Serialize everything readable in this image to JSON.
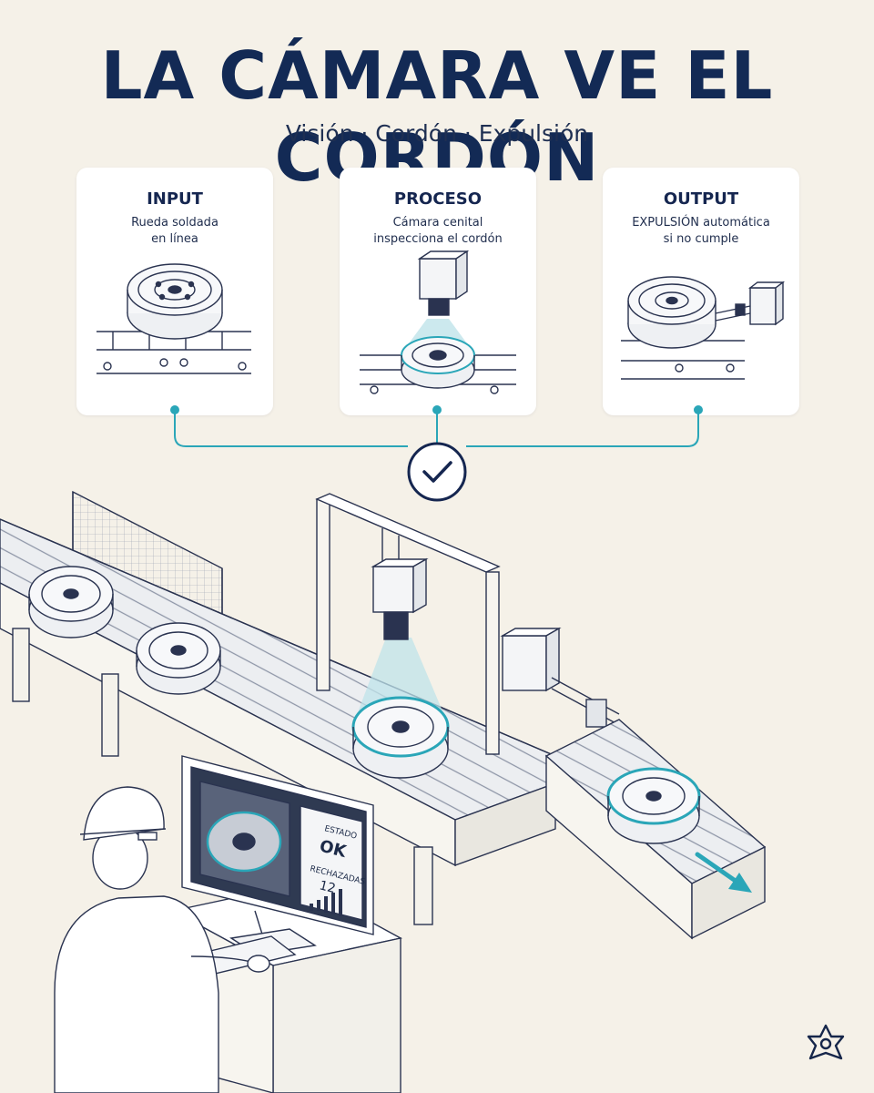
{
  "header": {
    "title": "LA CÁMARA VE EL CORDÓN",
    "subtitle": "Visión · Cordón · Expulsión"
  },
  "cards": [
    {
      "title": "INPUT",
      "description": "Rueda soldada\nen línea"
    },
    {
      "title": "PROCESO",
      "description": "Cámara cenital\ninspecciona el cordón"
    },
    {
      "title": "OUTPUT",
      "description": "EXPULSIÓN automática\nsi no cumple"
    }
  ],
  "monitor": {
    "status_label": "ESTADO",
    "status_value": "OK",
    "rejected_label": "RECHAZADAS",
    "rejected_value": "12"
  },
  "colors": {
    "navy": "#132a55",
    "accent": "#2aa6b8",
    "line": "#2a3350"
  },
  "icons": [
    "check-circle-icon",
    "camera-icon",
    "wheel-icon",
    "conveyor-icon",
    "ejector-icon",
    "brand-logo-icon"
  ]
}
